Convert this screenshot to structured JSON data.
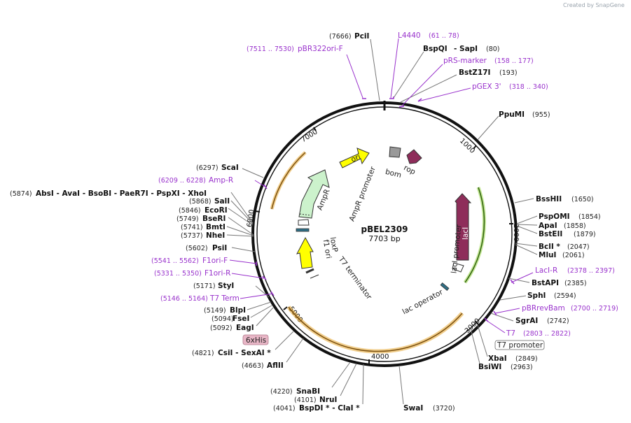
{
  "credit": "Created by SnapGene",
  "plasmid": {
    "name": "pBEL2309",
    "length_label": "7703 bp",
    "length_bp": 7703
  },
  "ticks": [
    "1000",
    "2000",
    "3000",
    "4000",
    "5000",
    "6000",
    "7000"
  ],
  "sites": [
    {
      "id": "pcii",
      "name": "PciI",
      "pos": "(7666)"
    },
    {
      "id": "bspqi",
      "name": "BspQI",
      "pos": ""
    },
    {
      "id": "sapi",
      "name": "-  SapI",
      "pos": "(80)"
    },
    {
      "id": "bstz17i",
      "name": "BstZ17I",
      "pos": "(193)"
    },
    {
      "id": "ppumi",
      "name": "PpuMI",
      "pos": "(955)"
    },
    {
      "id": "bsshii",
      "name": "BssHII",
      "pos": "(1650)"
    },
    {
      "id": "pspomi",
      "name": "PspOMI",
      "pos": "(1854)"
    },
    {
      "id": "apai",
      "name": "ApaI",
      "pos": "(1858)"
    },
    {
      "id": "bsteii",
      "name": "BstEII",
      "pos": "(1879)"
    },
    {
      "id": "bcli",
      "name": "BclI  *",
      "pos": "(2047)"
    },
    {
      "id": "mlui",
      "name": "MluI",
      "pos": "(2061)"
    },
    {
      "id": "bstapi",
      "name": "BstAPI",
      "pos": "(2385)"
    },
    {
      "id": "sphi",
      "name": "SphI",
      "pos": "(2594)"
    },
    {
      "id": "sgrai",
      "name": "SgrAI",
      "pos": "(2742)"
    },
    {
      "id": "xbai",
      "name": "XbaI",
      "pos": "(2849)"
    },
    {
      "id": "bsiwi",
      "name": "BsiWI",
      "pos": "(2963)"
    },
    {
      "id": "swai",
      "name": "SwaI",
      "pos": "(3720)"
    },
    {
      "id": "snabi",
      "name": "SnaBI",
      "pos": "(4220)"
    },
    {
      "id": "nrui",
      "name": "NruI",
      "pos": "(4101)"
    },
    {
      "id": "bspdi",
      "name": "BspDI  *   -  ClaI  *",
      "pos": "(4041)"
    },
    {
      "id": "afliii",
      "name": "AflII",
      "pos": "(4663)"
    },
    {
      "id": "csii",
      "name": "CsiI   -  SexAI  *",
      "pos": "(4821)"
    },
    {
      "id": "eagi",
      "name": "EagI",
      "pos": "(5092)"
    },
    {
      "id": "fsei",
      "name": "FseI",
      "pos": "(5094)"
    },
    {
      "id": "blpi",
      "name": "BlpI",
      "pos": "(5149)"
    },
    {
      "id": "styi",
      "name": "StyI",
      "pos": "(5171)"
    },
    {
      "id": "psii",
      "name": "PsiI",
      "pos": "(5602)"
    },
    {
      "id": "nhei",
      "name": "NheI",
      "pos": "(5737)"
    },
    {
      "id": "bmti",
      "name": "BmtI",
      "pos": "(5741)"
    },
    {
      "id": "bseri",
      "name": "BseRI",
      "pos": "(5749)"
    },
    {
      "id": "ecori",
      "name": "EcoRI",
      "pos": "(5846)"
    },
    {
      "id": "sali",
      "name": "SalI",
      "pos": "(5868)"
    },
    {
      "id": "absi",
      "name": "AbsI   -  AvaI   -  BsoBI   -  PaeR7I   -  PspXI   -  XhoI",
      "pos": "(5874)"
    },
    {
      "id": "scai",
      "name": "ScaI",
      "pos": "(6297)"
    }
  ],
  "primers": [
    {
      "id": "l4440",
      "name": "L4440",
      "pos": "(61 .. 78)"
    },
    {
      "id": "prs",
      "name": "pRS-marker",
      "pos": "(158 .. 177)"
    },
    {
      "id": "pgex",
      "name": "pGEX 3'",
      "pos": "(318 .. 340)"
    },
    {
      "id": "pbr322",
      "name": "pBR322ori-F",
      "pos": "(7511 .. 7530)"
    },
    {
      "id": "lacir",
      "name": "LacI-R",
      "pos": "(2378 .. 2397)"
    },
    {
      "id": "pbrrev",
      "name": "pBRrevBam",
      "pos": "(2700 .. 2719)"
    },
    {
      "id": "t7",
      "name": "T7",
      "pos": "(2803 .. 2822)"
    },
    {
      "id": "ampr",
      "name": "Amp-R",
      "pos": "(6209 .. 6228)"
    },
    {
      "id": "f1orif",
      "name": "F1ori-F",
      "pos": "(5541 .. 5562)"
    },
    {
      "id": "f1orir",
      "name": "F1ori-R",
      "pos": "(5331 .. 5350)"
    },
    {
      "id": "t7term",
      "name": "T7 Term",
      "pos": "(5146 .. 5164)"
    }
  ],
  "boxed_labels": {
    "t7_promoter": "T7 promoter",
    "his": "6xHis"
  },
  "features": {
    "ori": "ori",
    "bom": "bom",
    "rop": "rop",
    "lacI": "lacI",
    "lacI_promoter": "lacI promoter",
    "lac_operator": "lac operator",
    "AmpR": "AmpR",
    "AmpR_promoter": "AmpR promoter",
    "loxP": "loxP",
    "f1_ori": "f1 ori",
    "T7_terminator": "T7 terminator"
  },
  "colors": {
    "backbone": "#111111",
    "ori": "#ffff00",
    "lacI": "#8e2d5a",
    "rop": "#8e2d5a",
    "ampr": "#ccf2cc",
    "orange_arc": "#e5a52d",
    "green_arc": "#8ecf3a",
    "primer": "#9932cc",
    "his_box": "#e8b6c6",
    "bom": "#999999",
    "lac_operator": "#2f6f86"
  }
}
